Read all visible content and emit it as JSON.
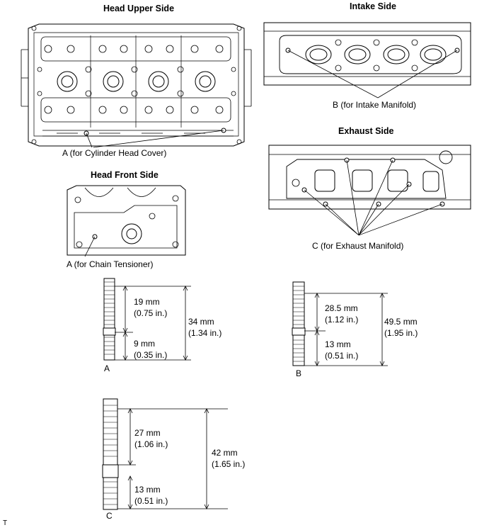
{
  "views": {
    "head_upper": {
      "title": "Head Upper Side",
      "caption": "A (for Cylinder Head Cover)"
    },
    "intake": {
      "title": "Intake Side",
      "caption": "B (for Intake Manifold)"
    },
    "exhaust": {
      "title": "Exhaust Side",
      "caption": "C (for Exhaust Manifold)"
    },
    "head_front": {
      "title": "Head Front Side",
      "caption": "A (for Chain Tensioner)"
    }
  },
  "studs": {
    "a": {
      "letter": "A",
      "upper": "19 mm",
      "upper_in": "(0.75 in.)",
      "lower": "9 mm",
      "lower_in": "(0.35 in.)",
      "total": "34 mm",
      "total_in": "(1.34 in.)"
    },
    "b": {
      "letter": "B",
      "upper": "28.5 mm",
      "upper_in": "(1.12 in.)",
      "lower": "13 mm",
      "lower_in": "(0.51 in.)",
      "total": "49.5 mm",
      "total_in": "(1.95 in.)"
    },
    "c": {
      "letter": "C",
      "upper": "27 mm",
      "upper_in": "(1.06 in.)",
      "lower": "13 mm",
      "lower_in": "(0.51 in.)",
      "total": "42 mm",
      "total_in": "(1.65 in.)"
    }
  },
  "footer_mark": "T"
}
